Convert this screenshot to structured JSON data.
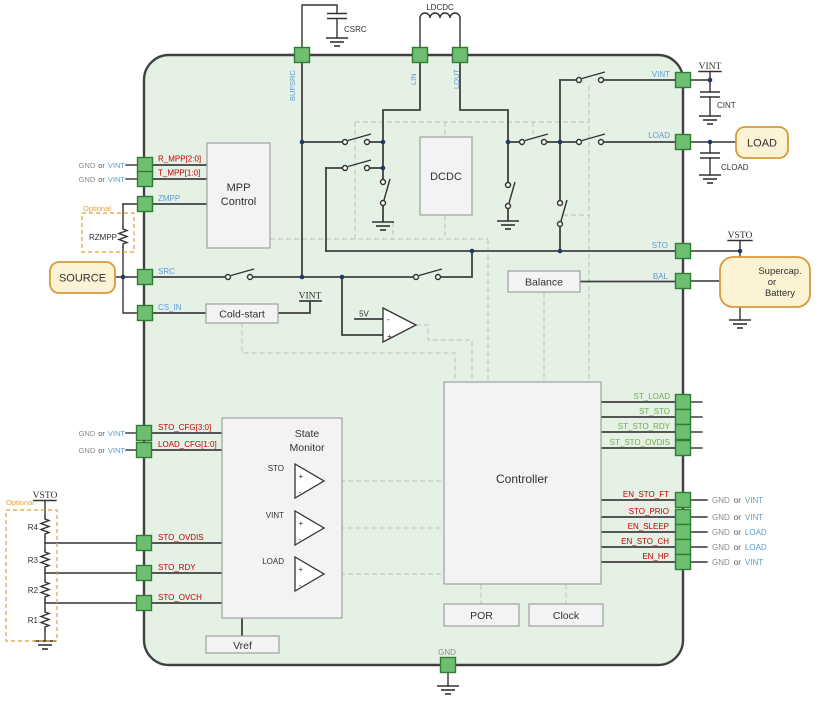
{
  "colors": {
    "chip_fill": "#e5f1e5",
    "pin_green": "#6fbf73",
    "accent_blue": "#5b9bd5",
    "accent_red": "#c00000",
    "accent_green": "#70ad47",
    "accent_orange": "#e2a139",
    "wire": "#404040"
  },
  "labels": {
    "csrc": "CSRC",
    "ldcdc": "LDCDC",
    "bufsrc": "BUFSRC",
    "lin": "LIN",
    "lout": "LOUT",
    "vint_top": "VINT",
    "cint": "CINT",
    "load_box": "LOAD",
    "cload": "CLOAD",
    "vsto_right": "VSTO",
    "supercap_1": "Supercap.",
    "supercap_2": "or",
    "supercap_3": "Battery",
    "pin_vint": "VINT",
    "pin_load": "LOAD",
    "pin_sto": "STO",
    "pin_bal": "BAL",
    "r_mpp": "R_MPP[2:0]",
    "t_mpp": "T_MPP[1:0]",
    "zmpp": "ZMPP",
    "optional_top": "Optional",
    "rzmpp": "RZMPP",
    "source": "SOURCE",
    "src": "SRC",
    "cs_in": "CS_IN",
    "cold_start": "Cold-start",
    "vint_mid": "VINT",
    "five_v": "5V",
    "mpp_1": "MPP",
    "mpp_2": "Control",
    "dcdc": "DCDC",
    "balance": "Balance",
    "state_1": "State",
    "state_2": "Monitor",
    "cmp_sto": "STO",
    "cmp_vint": "VINT",
    "cmp_load": "LOAD",
    "vref": "Vref",
    "controller": "Controller",
    "por": "POR",
    "clock": "Clock",
    "sto_cfg": "STO_CFG[3:0]",
    "load_cfg": "LOAD_CFG[1:0]",
    "sto_ovdis": "STO_OVDIS",
    "sto_rdy": "STO_RDY",
    "sto_ovch": "STO_OVCH",
    "optional_left": "Optional",
    "vsto_left": "VSTO",
    "r4": "R4",
    "r3": "R3",
    "r2": "R2",
    "r1": "R1",
    "st_load": "ST_LOAD",
    "st_sto": "ST_STO",
    "st_sto_rdy": "ST_STO_RDY",
    "st_sto_ovdis": "ST_STO_OVDIS",
    "en_sto_ft": "EN_STO_FT",
    "sto_prio": "STO_PRIO",
    "en_sleep": "EN_SLEEP",
    "en_sto_ch": "EN_STO_CH",
    "en_hp": "EN_HP",
    "gnd": "GND"
  },
  "rows": {
    "left_top": [
      {
        "gnd": "GND",
        "or": "or",
        "net": "VINT"
      },
      {
        "gnd": "GND",
        "or": "or",
        "net": "VINT"
      }
    ],
    "left_mid": [
      {
        "gnd": "GND",
        "or": "or",
        "net": "VINT"
      },
      {
        "gnd": "GND",
        "or": "or",
        "net": "VINT"
      }
    ],
    "right": [
      {
        "gnd": "GND",
        "or": "or",
        "net": "VINT"
      },
      {
        "gnd": "GND",
        "or": "or",
        "net": "VINT"
      },
      {
        "gnd": "GND",
        "or": "or",
        "net": "LOAD"
      },
      {
        "gnd": "GND",
        "or": "or",
        "net": "LOAD"
      },
      {
        "gnd": "GND",
        "or": "or",
        "net": "VINT"
      }
    ]
  }
}
